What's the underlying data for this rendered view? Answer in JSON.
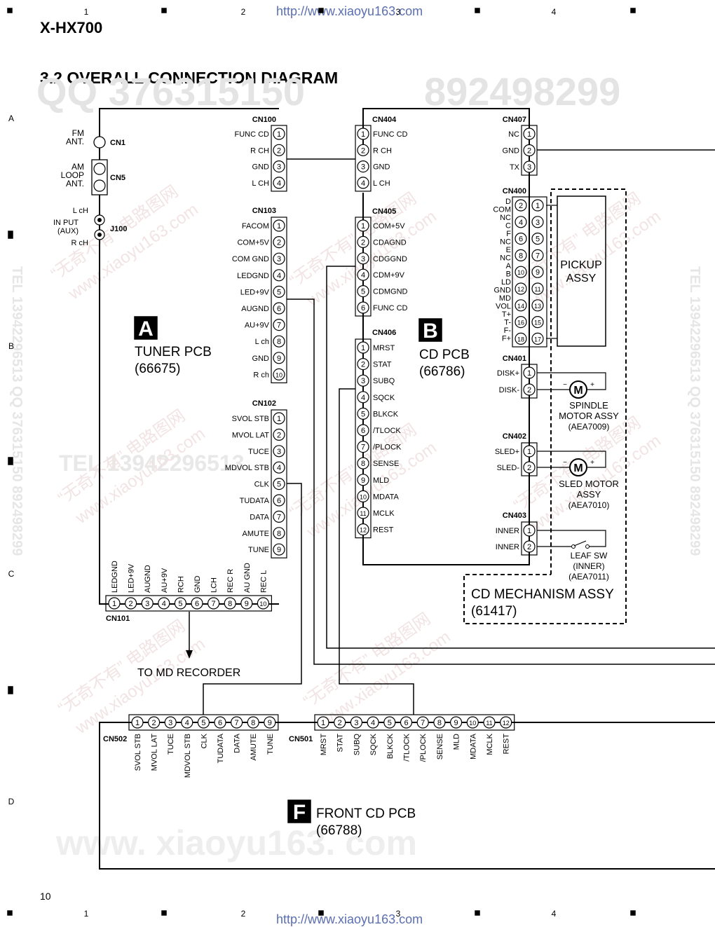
{
  "header": {
    "model": "X-HX700",
    "title": "3.2 OVERALL CONNECTION DIAGRAM",
    "url_top": "http://www.xiaoyu163.com",
    "url_bottom": "http://www.xiaoyu163.com",
    "page_number": "10"
  },
  "watermarks": {
    "qq": "QQ 376315150",
    "num": "892498299",
    "tel_mid": "TEL 13942296513",
    "site_big": "www. xiaoyu163. com",
    "side_right": "TEL 13942296513   QQ 376315150   892498299",
    "side_left": "TEL 13942296513   QQ 376315150   892498299",
    "cn_a": "“无奇不有” 电路图网",
    "cn_b": "www.xiaoyu163.com"
  },
  "ruler": {
    "columns": [
      "1",
      "2",
      "3",
      "4"
    ],
    "rows": [
      "A",
      "B",
      "C",
      "D"
    ]
  },
  "tuner": {
    "letter": "A",
    "name": "TUNER PCB",
    "code": "(66675)",
    "antenna": {
      "fm_line1": "FM",
      "fm_line2": "ANT.",
      "cn1": "CN1",
      "am_line1": "AM",
      "am_line2": "LOOP",
      "am_line3": "ANT.",
      "cn5": "CN5",
      "lch": "L cH",
      "input1": "IN PUT",
      "input2": "(AUX)",
      "rch": "R cH",
      "j100": "J100"
    },
    "cn100": {
      "name": "CN100",
      "pins": [
        "FUNC CD",
        "R CH",
        "GND",
        "L CH"
      ]
    },
    "cn103": {
      "name": "CN103",
      "pins": [
        "FACOM",
        "COM+5V",
        "COM GND",
        "LEDGND",
        "LED+9V",
        "AUGND",
        "AU+9V",
        "L ch",
        "GND",
        "R ch"
      ]
    },
    "cn102": {
      "name": "CN102",
      "pins": [
        "SVOL STB",
        "MVOL LAT",
        "TUCE",
        "MDVOL STB",
        "CLK",
        "TUDATA",
        "DATA",
        "AMUTE",
        "TUNE"
      ]
    },
    "cn101": {
      "name": "CN101",
      "pins": [
        "LEDGND",
        "LED+9V",
        "AUGND",
        "AU+9V",
        "RCH",
        "GND",
        "LCH",
        "REC R",
        "AU GND",
        "REC L"
      ]
    },
    "to_md": "TO MD RECORDER"
  },
  "cd": {
    "letter": "B",
    "name": "CD PCB",
    "code": "(66786)",
    "cn404": {
      "name": "CN404",
      "pins": [
        "FUNC CD",
        "R CH",
        "GND",
        "L CH"
      ]
    },
    "cn405": {
      "name": "CN405",
      "pins": [
        "COM+5V",
        "CDAGND",
        "CDGGND",
        "CDM+9V",
        "CDMGND",
        "FUNC CD"
      ]
    },
    "cn406": {
      "name": "CN406",
      "pins": [
        "MRST",
        "STAT",
        "SUBQ",
        "SQCK",
        "BLKCK",
        "/TLOCK",
        "/PLOCK",
        "SENSE",
        "MLD",
        "MDATA",
        "MCLK",
        "REST"
      ]
    },
    "cn407": {
      "name": "CN407",
      "pins": [
        "NC",
        "GND",
        "TX"
      ]
    },
    "cn400": {
      "name": "CN400",
      "labels": [
        "D",
        "COM",
        "NC",
        "C",
        "F",
        "NC",
        "E",
        "NC",
        "A",
        "B",
        "LD",
        "GND",
        "MD",
        "VOL",
        "T+",
        "T-",
        "F-",
        "F+"
      ],
      "pin_pairs": [
        [
          "2",
          "1"
        ],
        [
          "4",
          "3"
        ],
        [
          "6",
          "5"
        ],
        [
          "8",
          "7"
        ],
        [
          "10",
          "9"
        ],
        [
          "12",
          "11"
        ],
        [
          "14",
          "13"
        ],
        [
          "16",
          "15"
        ],
        [
          "18",
          "17"
        ]
      ]
    },
    "cn401": {
      "name": "CN401",
      "pins": [
        "DISK+",
        "DISK-"
      ]
    },
    "cn402": {
      "name": "CN402",
      "pins": [
        "SLED+",
        "SLED-"
      ]
    },
    "cn403": {
      "name": "CN403",
      "pins": [
        "INNER",
        "INNER"
      ]
    }
  },
  "mechanism": {
    "title": "CD MECHANISM ASSY",
    "code": "(61417)",
    "pickup_line1": "PICKUP",
    "pickup_line2": "ASSY",
    "motor_symbol": "M",
    "minus": "−",
    "plus": "+",
    "spindle_line1": "SPINDLE",
    "spindle_line2": "MOTOR ASSY",
    "spindle_code": "(AEA7009)",
    "sled_line1": "SLED MOTOR",
    "sled_line2": "ASSY",
    "sled_code": "(AEA7010)",
    "leaf_line1": "LEAF SW",
    "leaf_line2": "(INNER)",
    "leaf_code": "(AEA7011)"
  },
  "front": {
    "letter": "F",
    "name": "FRONT CD PCB",
    "code": "(66788)",
    "cn502": {
      "name": "CN502",
      "pins": [
        "SVOL STB",
        "MVOL LAT",
        "TUCE",
        "MDVOL STB",
        "CLK",
        "TUDATA",
        "DATA",
        "AMUTE",
        "TUNE"
      ]
    },
    "cn501": {
      "name": "CN501",
      "pins": [
        "MRST",
        "STAT",
        "SUBQ",
        "SQCK",
        "BLKCK",
        "/TLOCK",
        "/PLOCK",
        "SENSE",
        "MLD",
        "MDATA",
        "MCLK",
        "REST"
      ]
    }
  }
}
